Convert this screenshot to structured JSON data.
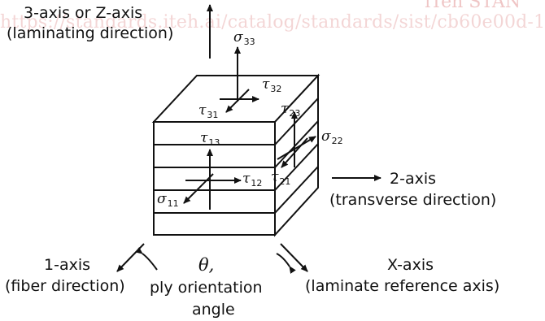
{
  "watermark": "https://standards.iteh.ai/catalog/standards/sist/cb60e00d-1",
  "watermark_corner": "iTeh STAN",
  "labels": {
    "z_axis_line1": "3-axis or Z-axis",
    "z_axis_line2": "(laminating direction)",
    "axis2_line1": "2-axis",
    "axis2_line2": "(transverse direction)",
    "axis1_line1": "1-axis",
    "axis1_line2": "(fiber direction)",
    "xaxis_line1": "X-axis",
    "xaxis_line2": "(laminate reference axis)",
    "theta_symbol": "θ,",
    "angle_line1": "ply orientation",
    "angle_line2": "angle"
  },
  "stress_symbols": {
    "sigma33": {
      "base": "σ",
      "sub": "33"
    },
    "tau32": {
      "base": "τ",
      "sub": "32"
    },
    "tau31": {
      "base": "τ",
      "sub": "31"
    },
    "tau23": {
      "base": "τ",
      "sub": "23"
    },
    "tau13": {
      "base": "τ",
      "sub": "13"
    },
    "sigma22": {
      "base": "σ",
      "sub": "22"
    },
    "tau12": {
      "base": "τ",
      "sub": "12"
    },
    "tau21": {
      "base": "τ",
      "sub": "21"
    },
    "sigma11": {
      "base": "σ",
      "sub": "11"
    }
  },
  "colors": {
    "stroke": "#111111",
    "watermark": "#c21d1d"
  }
}
